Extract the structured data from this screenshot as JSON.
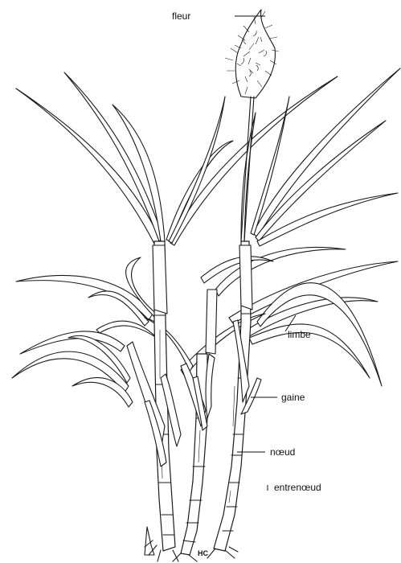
{
  "labels": {
    "flower": "fleur",
    "blade": "limbe",
    "sheath": "gaine",
    "node": "nœud",
    "internode": "entrenœud"
  },
  "signature": "HC"
}
